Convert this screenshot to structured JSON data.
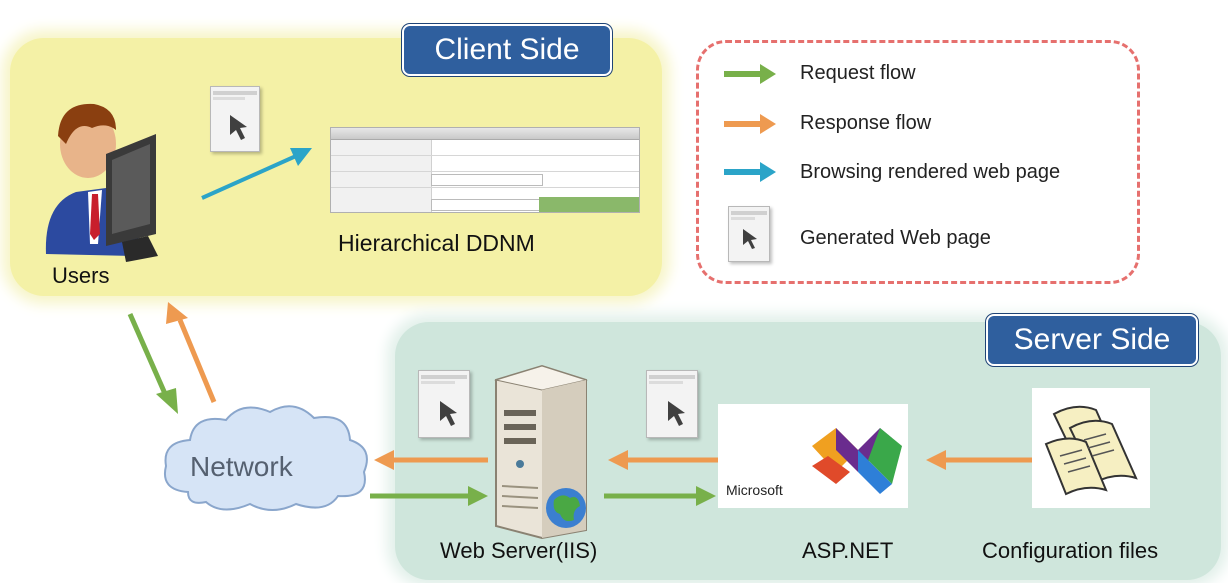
{
  "client_zone": {
    "title": "Client Side"
  },
  "server_zone": {
    "title": "Server Side"
  },
  "legend": {
    "items": [
      {
        "label": "Request flow",
        "color": "#78b04a"
      },
      {
        "label": "Response flow",
        "color": "#ee9a50"
      },
      {
        "label": "Browsing rendered web page",
        "color": "#2ba4c8"
      },
      {
        "label": "Generated Web page",
        "icon": "webpage-icon"
      }
    ],
    "border_color": "#e6706e"
  },
  "nodes": {
    "users": "Users",
    "ddnm": "Hierarchical DDNM",
    "network": "Network",
    "web_server": "Web Server(IIS)",
    "aspnet": "ASP.NET",
    "aspnet_vendor": "Microsoft",
    "config": "Configuration files"
  },
  "colors": {
    "client_zone": "#f4f1a6",
    "server_zone": "#cfe6dc",
    "badge": "#2f5f9e",
    "request": "#78b04a",
    "response": "#ee9a50",
    "browse": "#2ba4c8"
  }
}
